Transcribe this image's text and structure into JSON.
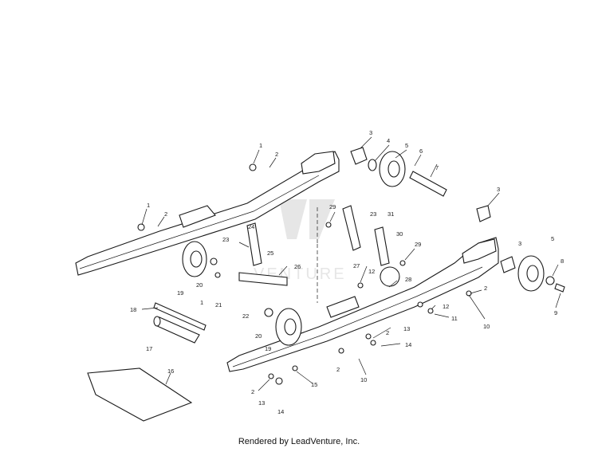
{
  "diagram": {
    "watermark": "VENTURE",
    "callouts": [
      "1",
      "2",
      "1",
      "2",
      "3",
      "4",
      "5",
      "6",
      "7",
      "3",
      "29",
      "23",
      "31",
      "30",
      "29",
      "23",
      "24",
      "25",
      "26",
      "3",
      "5",
      "8",
      "9",
      "27",
      "12",
      "28",
      "19",
      "20",
      "21",
      "1",
      "22",
      "2",
      "12",
      "11",
      "10",
      "18",
      "17",
      "20",
      "19",
      "2",
      "13",
      "14",
      "16",
      "2",
      "10",
      "15",
      "2",
      "13",
      "14"
    ]
  },
  "footer": {
    "text": "Rendered by LeadVenture, Inc."
  }
}
